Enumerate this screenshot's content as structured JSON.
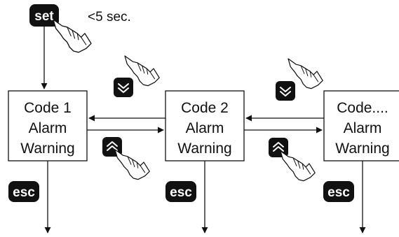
{
  "note": {
    "time_limit": "<5 sec."
  },
  "buttons": {
    "set": "set",
    "esc": "esc"
  },
  "boxes": [
    {
      "line1": "Code 1",
      "line2": "Alarm",
      "line3": "Warning"
    },
    {
      "line1": "Code 2",
      "line2": "Alarm",
      "line3": "Warning"
    },
    {
      "line1": "Code....",
      "line2": "Alarm",
      "line3": "Warning"
    }
  ],
  "icons": {
    "set_button": "set-key",
    "esc_button": "esc-key",
    "up_button": "up-chevron-key",
    "down_button": "down-chevron-key",
    "pointer": "pointing-hand"
  },
  "colors": {
    "line": "#111111",
    "key_fill": "#111111",
    "key_text": "#ffffff",
    "background": "#ffffff"
  }
}
